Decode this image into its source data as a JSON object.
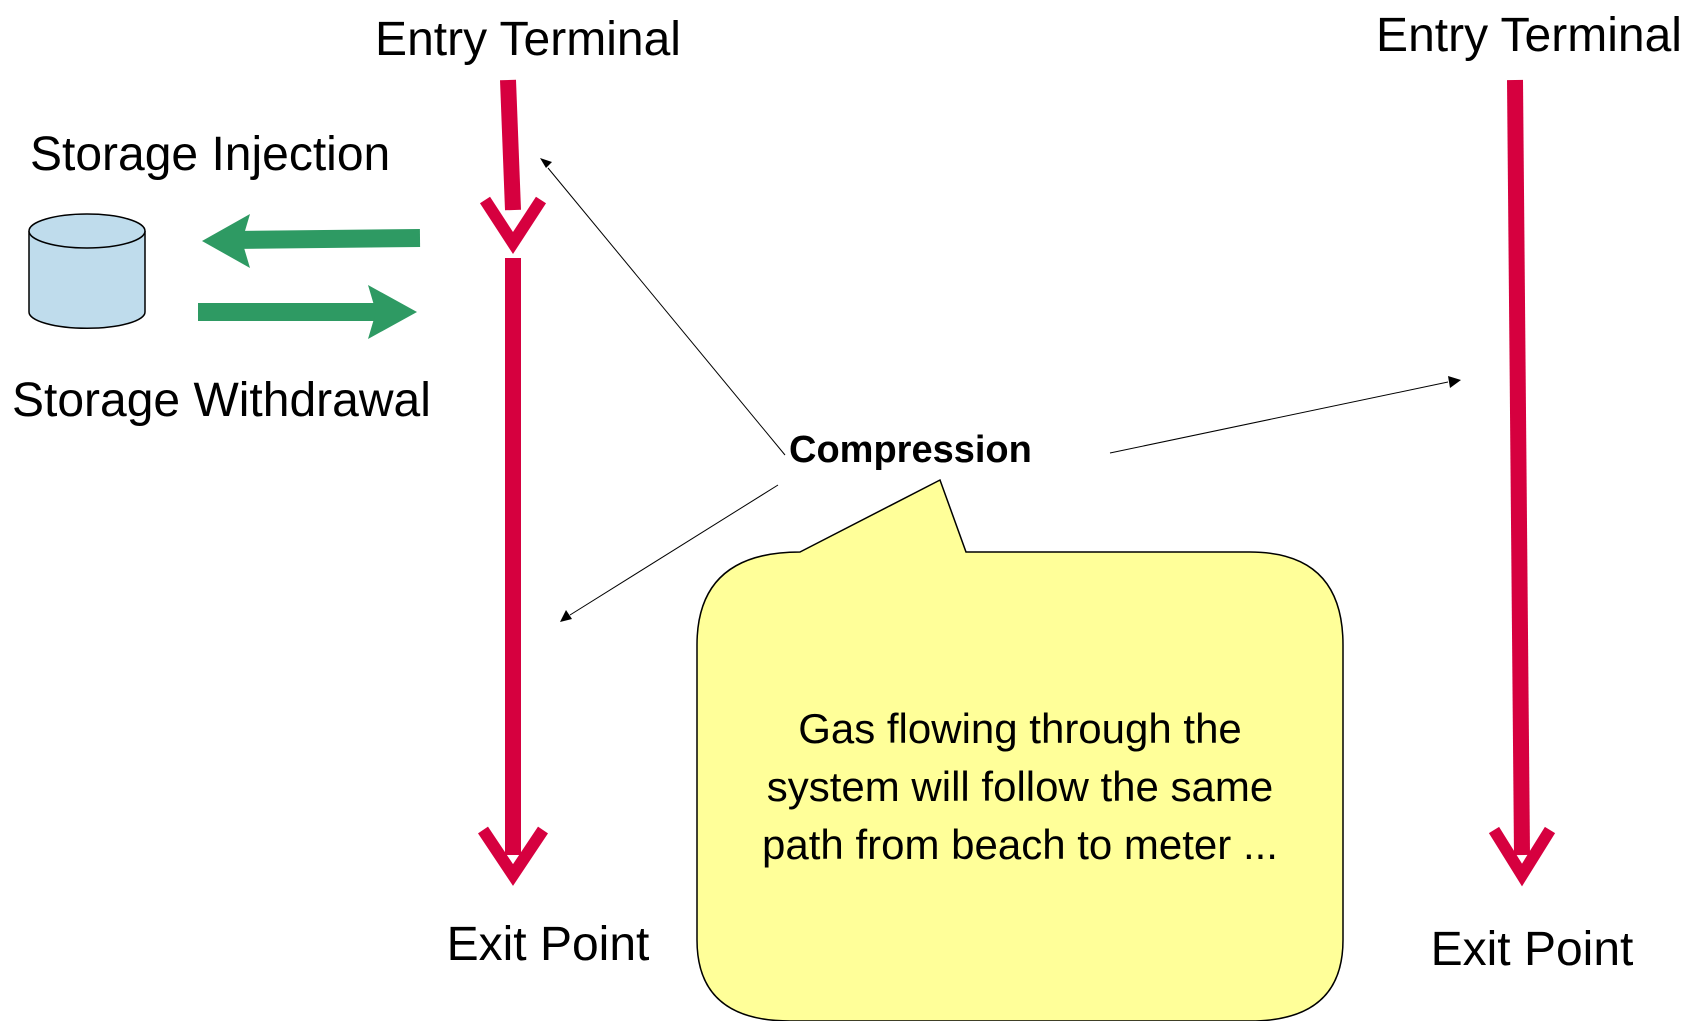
{
  "labels": {
    "entry_terminal_left": "Entry Terminal",
    "entry_terminal_right": "Entry Terminal",
    "storage_injection": "Storage Injection",
    "storage_withdrawal": "Storage Withdrawal",
    "compression": "Compression",
    "exit_point_left": "Exit Point",
    "exit_point_right": "Exit Point"
  },
  "callout": {
    "lines": [
      "Gas flowing through the",
      "system will follow the same",
      "path from beach to meter ..."
    ]
  },
  "icons": {
    "storage_tank": "storage-tank-icon"
  },
  "colors": {
    "pipeline_arrow": "#d6003f",
    "storage_arrow": "#2e9a63",
    "tank_fill": "#bfdcec",
    "callout_fill": "#ffff99",
    "pointer_line": "#000000"
  }
}
